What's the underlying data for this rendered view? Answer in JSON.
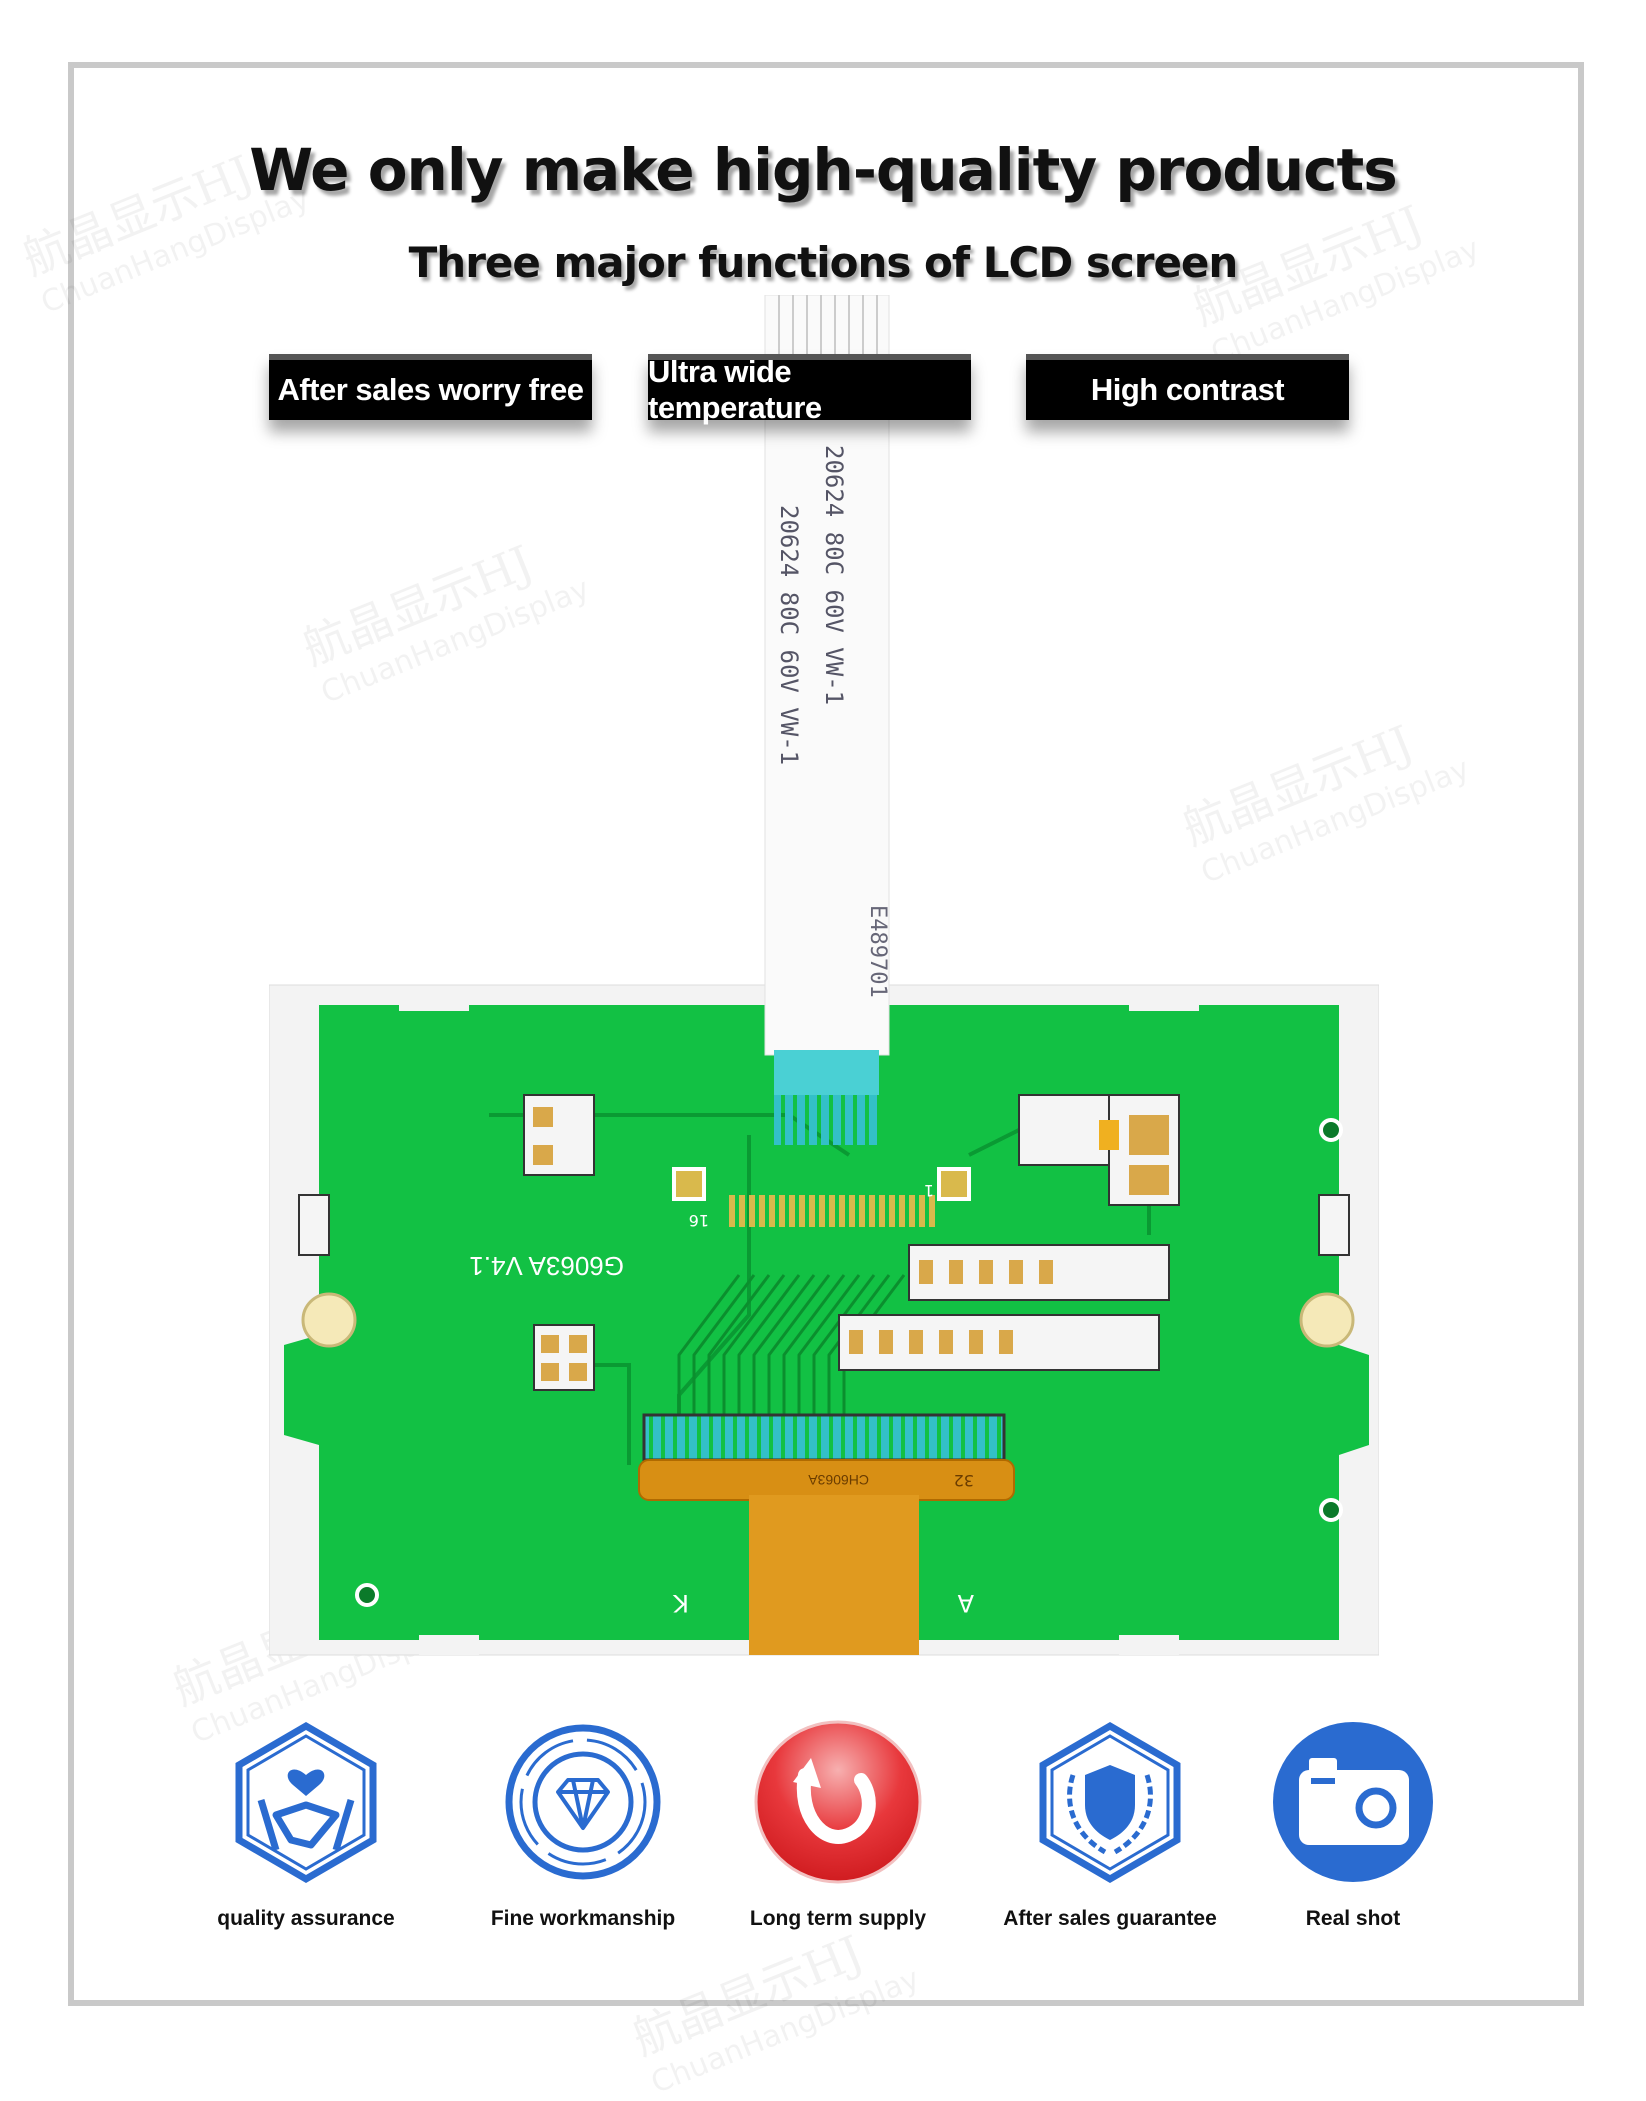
{
  "header": {
    "title": "We only make high-quality products",
    "subtitle": "Three major functions of LCD screen"
  },
  "badges": [
    {
      "label": "After sales worry free"
    },
    {
      "label": "Ultra wide temperature"
    },
    {
      "label": "High contrast"
    }
  ],
  "product": {
    "board_model": "G6063A V4.1",
    "fpc_label": "CH6063A",
    "cable_text_1": "20624 80C 60V VW-1",
    "cable_text_2": "E489701",
    "pin_k": "K",
    "pin_a": "A",
    "pin_1": "1",
    "pin_16": "16",
    "pin_32": "32"
  },
  "features": [
    {
      "label": "quality assurance",
      "icon": "handshake-hexagon-icon"
    },
    {
      "label": "Fine workmanship",
      "icon": "diamond-badge-icon"
    },
    {
      "label": "Long term supply",
      "icon": "refresh-arrow-icon"
    },
    {
      "label": "After sales guarantee",
      "icon": "shield-laurel-icon"
    },
    {
      "label": "Real shot",
      "icon": "camera-icon"
    }
  ],
  "watermark": {
    "cn": "航晶显示HJ",
    "en": "ChuanHangDisplay"
  },
  "colors": {
    "accent_blue": "#2a6bd0",
    "pcb_green": "#10c040",
    "red": "#e0262a"
  }
}
